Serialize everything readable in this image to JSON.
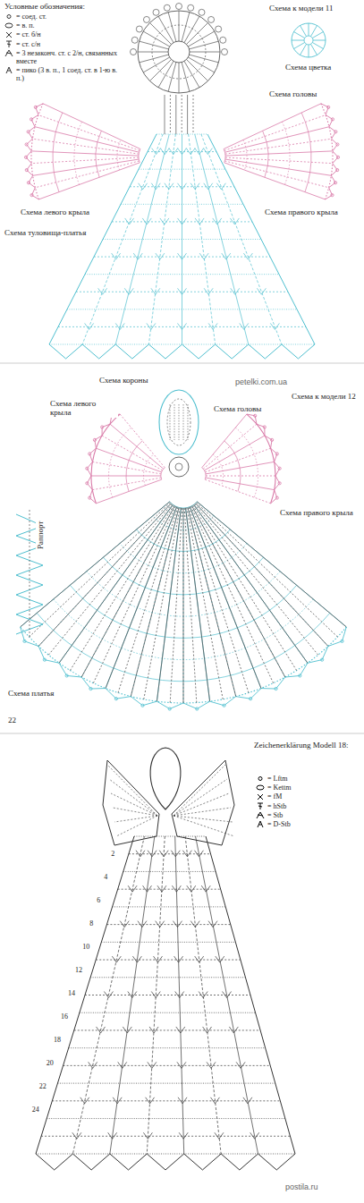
{
  "diagram": {
    "labels": [
      "Схема к модели 11",
      "Схема цветка",
      "Схема головы",
      "Схема левого крыла",
      "Схема правого крыла",
      "Схема туловища-платья",
      "Схема короны",
      "Схема головы",
      "Схема к модели 12",
      "Схема левого крыла",
      "Схема правого крыла",
      "Раппорт",
      "Схема платья",
      "22",
      "petelki.com.ua",
      "Zeichenerklärung Modell 18:",
      "Условные обозначения:",
      "postila.ru",
      "2",
      "4",
      "6",
      "8",
      "10",
      "12",
      "14",
      "16",
      "18",
      "20",
      "22",
      "24"
    ],
    "legend": [
      {
        "text": "= соед. ст."
      },
      {
        "text": "= в. п."
      },
      {
        "text": "= ст. б/н"
      },
      {
        "text": "= ст. с/н"
      },
      {
        "text": "= 3 незаконч. ст. с 2/н, связанных вместе"
      },
      {
        "text": "= пико (3 в. п., 1 соед. ст. в 1-ю в. п.)"
      },
      {
        "text": "= Lftm"
      },
      {
        "text": "= Kettm"
      },
      {
        "text": "= fM"
      },
      {
        "text": "= hStb"
      },
      {
        "text": "= Stb"
      },
      {
        "text": "= D-Stb"
      }
    ]
  }
}
